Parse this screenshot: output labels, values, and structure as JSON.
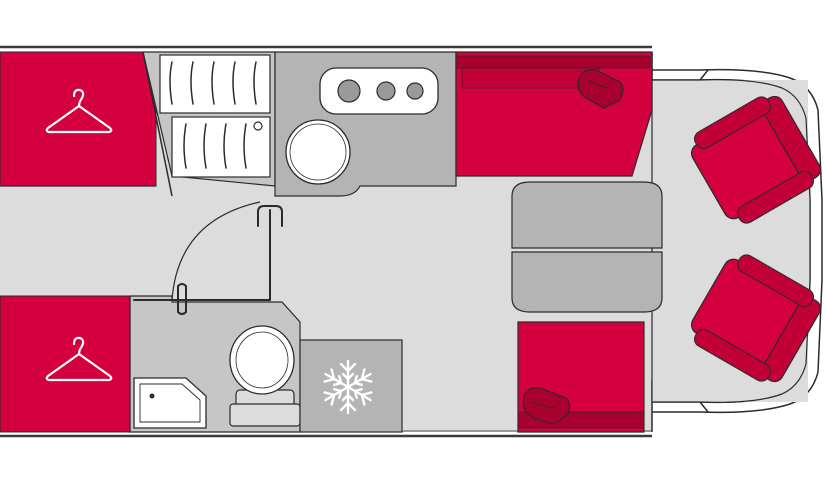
{
  "diagram": {
    "type": "motorhome-floor-plan",
    "colors": {
      "floor": "#dcdcdc",
      "furniture_red": "#d5003f",
      "furniture_red_dark": "#a8002f",
      "cabinet_gray": "#b4b4b4",
      "cabinet_light": "#c6c6c6",
      "wall": "#3a3a3a",
      "outline": "#2b2b2b",
      "white": "#ffffff"
    },
    "areas": [
      {
        "name": "wardrobe-top",
        "icon": "hanger-icon"
      },
      {
        "name": "wardrobe-bottom",
        "icon": "hanger-icon"
      },
      {
        "name": "shelving-unit"
      },
      {
        "name": "kitchen-counter",
        "icon": "hob-burner-icon"
      },
      {
        "name": "kitchen-sink",
        "icon": "sink-icon"
      },
      {
        "name": "bench-seat-top",
        "icon": "cushion-icon"
      },
      {
        "name": "bench-seat-bottom",
        "icon": "cushion-icon"
      },
      {
        "name": "dining-table"
      },
      {
        "name": "driver-seat",
        "icon": "armchair-icon"
      },
      {
        "name": "passenger-seat",
        "icon": "armchair-icon"
      },
      {
        "name": "bathroom-shower-door"
      },
      {
        "name": "toilet",
        "icon": "toilet-icon"
      },
      {
        "name": "washbasin",
        "icon": "washbasin-icon"
      },
      {
        "name": "fridge",
        "icon": "snowflake-icon"
      }
    ]
  }
}
